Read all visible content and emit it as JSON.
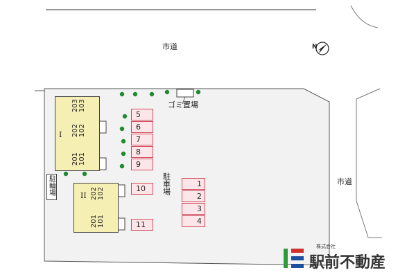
{
  "roads": {
    "north": "市道",
    "east": "市道"
  },
  "north_arrow": {
    "label": "N"
  },
  "garbage": {
    "label": "ゴミ置場"
  },
  "bicycle": {
    "label": "駐輪場"
  },
  "parking_label": "駐車場",
  "buildings": [
    {
      "name": "I",
      "units": [
        [
          "203",
          "103"
        ],
        [
          "202",
          "102"
        ],
        [
          "201",
          "101"
        ]
      ]
    },
    {
      "name": "II",
      "units": [
        [
          "202",
          "102"
        ],
        [
          "201",
          "101"
        ]
      ]
    }
  ],
  "parking_left": [
    "5",
    "6",
    "7",
    "8",
    "9",
    "10",
    "11"
  ],
  "parking_right": [
    "1",
    "2",
    "3",
    "4"
  ],
  "logo": {
    "company_type": "株式会社",
    "name": "駅前不動産"
  },
  "colors": {
    "building_fill": "#f5efb4",
    "parking_fill": "#fde6ea",
    "parking_border": "#d04a5a",
    "tree": "#1f8a2e",
    "lot_fill": "#f2f2f2",
    "logo_green": "#2e9a3a",
    "logo_blue": "#1d4fa0",
    "logo_red": "#d32f2f"
  }
}
